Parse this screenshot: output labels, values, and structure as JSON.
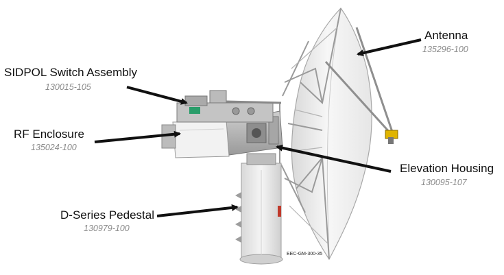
{
  "callouts": {
    "antenna": {
      "name": "Antenna",
      "part": "135296-100"
    },
    "sidpol": {
      "name": "SIDPOL Switch Assembly",
      "part": "130015-105"
    },
    "rf": {
      "name": "RF Enclosure",
      "part": "135024-100"
    },
    "elevation": {
      "name": "Elevation Housing",
      "part": "130095-107"
    },
    "pedestal": {
      "name": "D-Series Pedestal",
      "part": "130979-100"
    }
  },
  "figure_code": "EEC-GM-300-35",
  "colors": {
    "arrow": "#111111",
    "label": "#111111",
    "part_number": "#8a8a8a",
    "dish": "#f4f4f4",
    "metal": "#b9b9b9",
    "feed_accent": "#e0b400",
    "switch_accent": "#2a9d6a",
    "pedestal_accent": "#c0392b"
  }
}
